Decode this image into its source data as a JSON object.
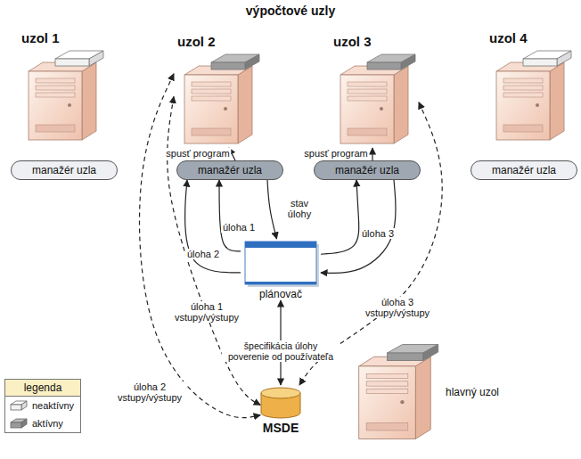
{
  "diagram": {
    "title": "výpočtové uzly",
    "nodes": [
      {
        "text": [
          "uzol 1"
        ]
      },
      {
        "text": [
          "uzol 2"
        ]
      },
      {
        "text": [
          "uzol 3"
        ]
      },
      {
        "text": [
          "uzol 4"
        ]
      },
      {
        "text": [
          "manažér uzla"
        ]
      },
      {
        "text": [
          "manažér uzla"
        ]
      },
      {
        "text": [
          "manažér uzla"
        ]
      },
      {
        "text": [
          "manažér uzla"
        ]
      },
      {
        "text": [
          "plánovač"
        ]
      },
      {
        "text": [
          "hlavný uzol"
        ]
      },
      {
        "text": [
          "MSDE"
        ]
      }
    ],
    "edges": [
      {
        "from": 5,
        "to": 1,
        "label": "spusť program",
        "arrow": "to"
      },
      {
        "from": 6,
        "to": 2,
        "label": "spusť program",
        "arrow": "to"
      },
      {
        "from": 8,
        "to": 5,
        "label": "úloha 1",
        "arrow": "to"
      },
      {
        "from": 8,
        "to": 5,
        "label": "úloha 2",
        "arrow": "to"
      },
      {
        "from": 5,
        "to": 8,
        "label": "stav úlohy",
        "arrow": "to"
      },
      {
        "from": 8,
        "to": 6,
        "label": "úloha 3",
        "arrow": "to"
      },
      {
        "from": 6,
        "to": 8,
        "arrow": "to"
      },
      {
        "from": 10,
        "to": 8,
        "label": "špecifikácia úlohy poverenie od používateľa",
        "arrow": "both"
      },
      {
        "from": 1,
        "to": 10,
        "label": "úloha 1 vstupy/výstupy",
        "arrow": "both"
      },
      {
        "from": 1,
        "to": 10,
        "label": "úloha 2 vstupy/výstupy",
        "arrow": "both"
      },
      {
        "from": 2,
        "to": 10,
        "label": "úloha 3 vstupy/výstupy",
        "arrow": "both"
      }
    ],
    "labels": [
      "legenda"
    ],
    "legend": [
      {
        "text": "neaktívny"
      },
      {
        "text": "aktívny"
      }
    ]
  }
}
